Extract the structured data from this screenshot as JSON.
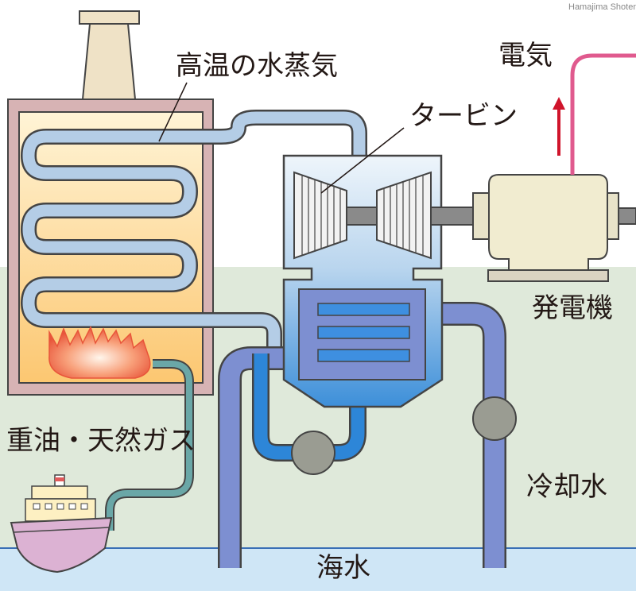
{
  "credit": "Hamajima Shoten",
  "labels": {
    "steam": "高温の水蒸気",
    "turbine": "タービン",
    "electricity": "電気",
    "generator": "発電機",
    "fuel": "重油・天然ガス",
    "cooling_water": "冷却水",
    "seawater": "海水"
  },
  "colors": {
    "ground": "#dfe9da",
    "sea": "#cfe6f6",
    "boiler_wall": "#d7b3b4",
    "steam_pipe": "#b4cde6",
    "cooling_pipe": "#7d8fd1",
    "fuel_pipe": "#6aa7a7",
    "electric_line": "#e05a8e",
    "arrow": "#d0142b"
  }
}
